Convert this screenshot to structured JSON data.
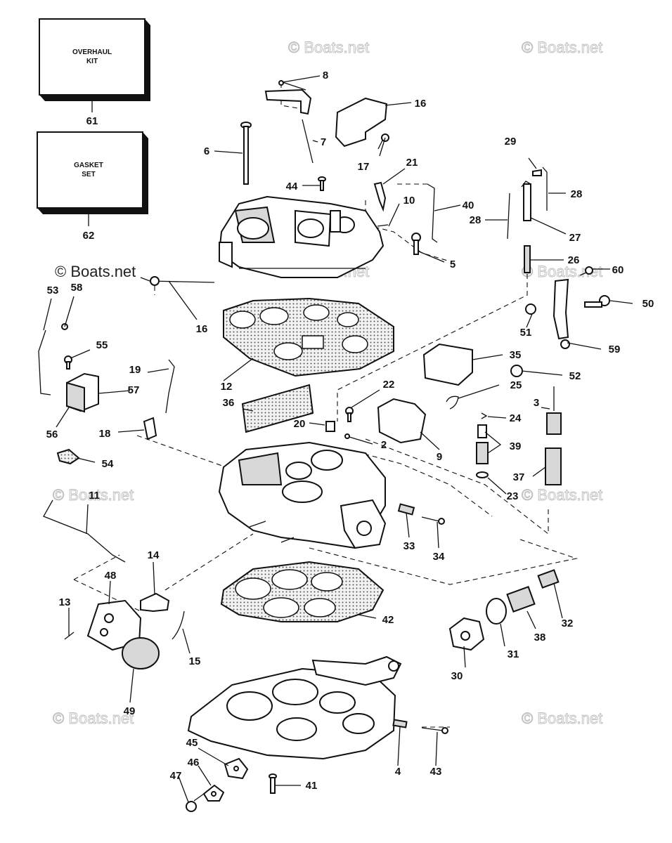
{
  "watermark": "© Boats.net",
  "kits": [
    {
      "line1": "OVERHAUL",
      "line2": "KIT",
      "number": "61"
    },
    {
      "line1": "GASKET",
      "line2": "SET",
      "number": "62"
    }
  ],
  "callouts": [
    "8",
    "16",
    "7",
    "6",
    "17",
    "21",
    "29",
    "28",
    "44",
    "10",
    "40",
    "28",
    "27",
    "5",
    "26",
    "60",
    "16",
    "53",
    "58",
    "50",
    "51",
    "59",
    "55",
    "12",
    "35",
    "19",
    "52",
    "57",
    "22",
    "25",
    "3",
    "36",
    "24",
    "56",
    "18",
    "20",
    "2",
    "9",
    "39",
    "54",
    "37",
    "11",
    "23",
    "33",
    "34",
    "14",
    "48",
    "13",
    "42",
    "32",
    "31",
    "38",
    "15",
    "30",
    "49",
    "45",
    "4",
    "43",
    "46",
    "47",
    "41"
  ]
}
